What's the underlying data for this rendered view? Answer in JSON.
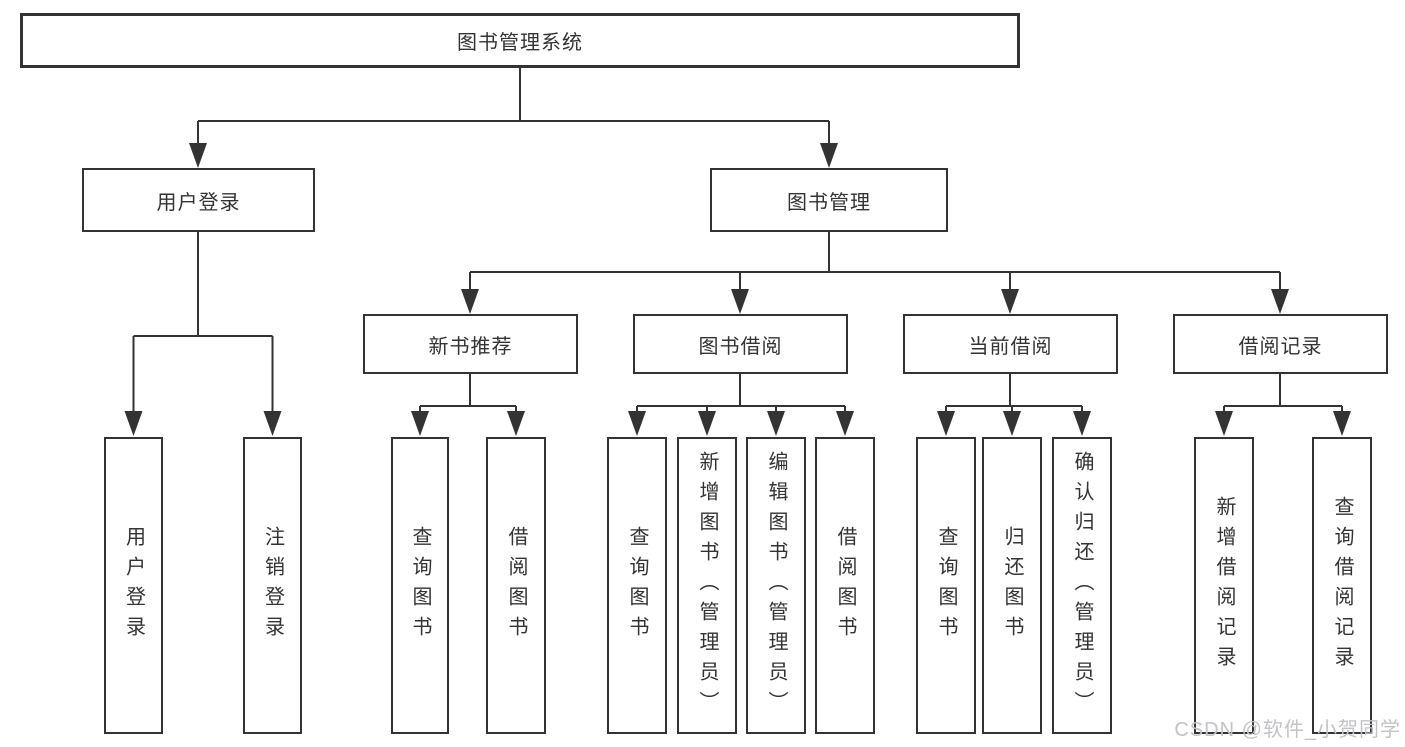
{
  "tree": {
    "label": "图书管理系统",
    "children": [
      {
        "label": "用户登录",
        "children": [
          {
            "label": "用户登录"
          },
          {
            "label": "注销登录"
          }
        ]
      },
      {
        "label": "图书管理",
        "children": [
          {
            "label": "新书推荐",
            "children": [
              {
                "label": "查询图书"
              },
              {
                "label": "借阅图书"
              }
            ]
          },
          {
            "label": "图书借阅",
            "children": [
              {
                "label": "查询图书"
              },
              {
                "label": "新增图书（管理员）"
              },
              {
                "label": "编辑图书（管理员）"
              },
              {
                "label": "借阅图书"
              }
            ]
          },
          {
            "label": "当前借阅",
            "children": [
              {
                "label": "查询图书"
              },
              {
                "label": "归还图书"
              },
              {
                "label": "确认归还（管理员）"
              }
            ]
          },
          {
            "label": "借阅记录",
            "children": [
              {
                "label": "新增借阅记录"
              },
              {
                "label": "查询借阅记录"
              }
            ]
          }
        ]
      }
    ]
  },
  "watermark": "CSDN @软件_小贺同学",
  "colors": {
    "line": "#333333",
    "border": "#333333",
    "text": "#333333",
    "watermark_text": "#c3c3c7",
    "background": "#ffffff"
  }
}
